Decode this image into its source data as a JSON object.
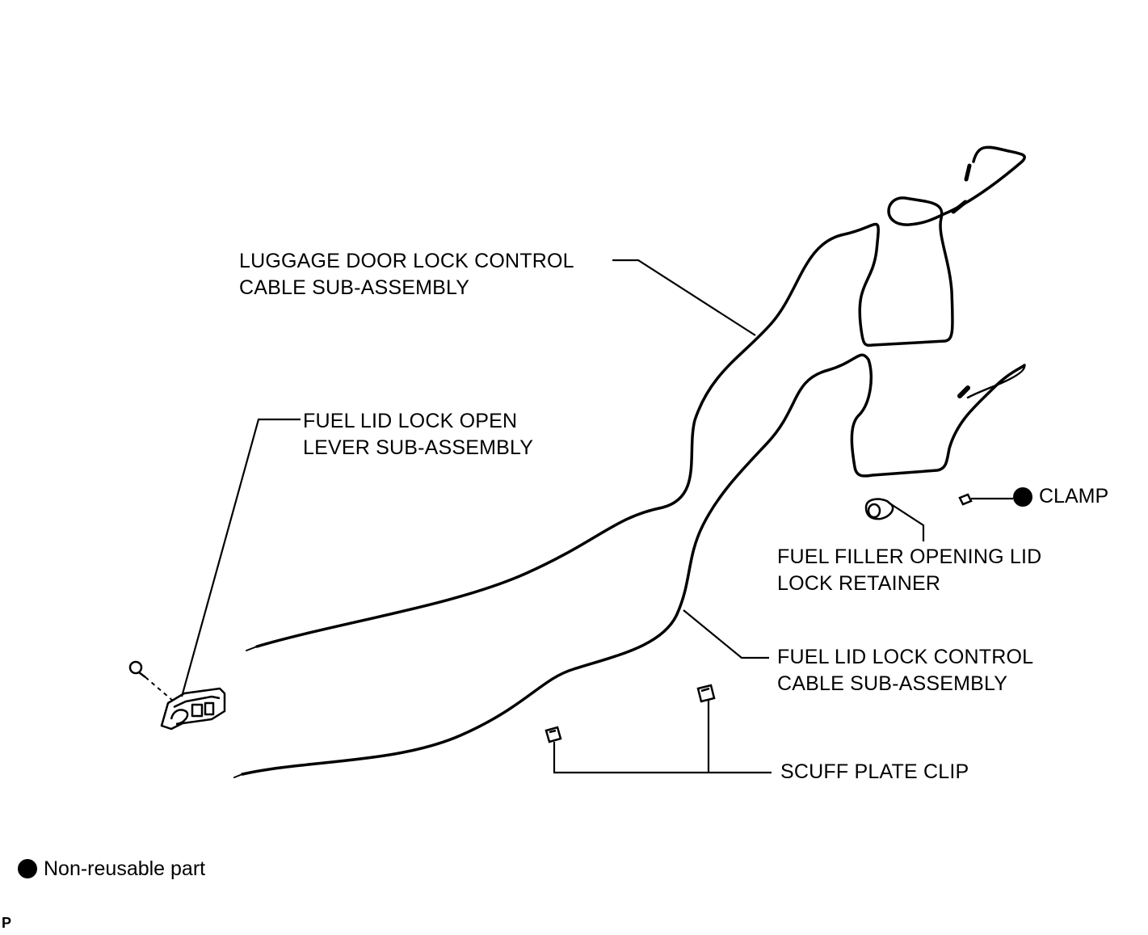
{
  "labels": {
    "luggage_cable": [
      "LUGGAGE DOOR LOCK CONTROL",
      "CABLE SUB-ASSEMBLY"
    ],
    "open_lever": [
      "FUEL LID LOCK OPEN",
      "LEVER SUB-ASSEMBLY"
    ],
    "clamp": "CLAMP",
    "retainer": [
      "FUEL FILLER OPENING LID",
      "LOCK RETAINER"
    ],
    "fuel_cable": [
      "FUEL LID LOCK CONTROL",
      "CABLE SUB-ASSEMBLY"
    ],
    "scuff_clip": "SCUFF PLATE CLIP"
  },
  "legend": {
    "non_reusable": "Non-reusable part"
  },
  "footer_code": "P",
  "colors": {
    "ink": "#000000",
    "background": "#ffffff"
  }
}
